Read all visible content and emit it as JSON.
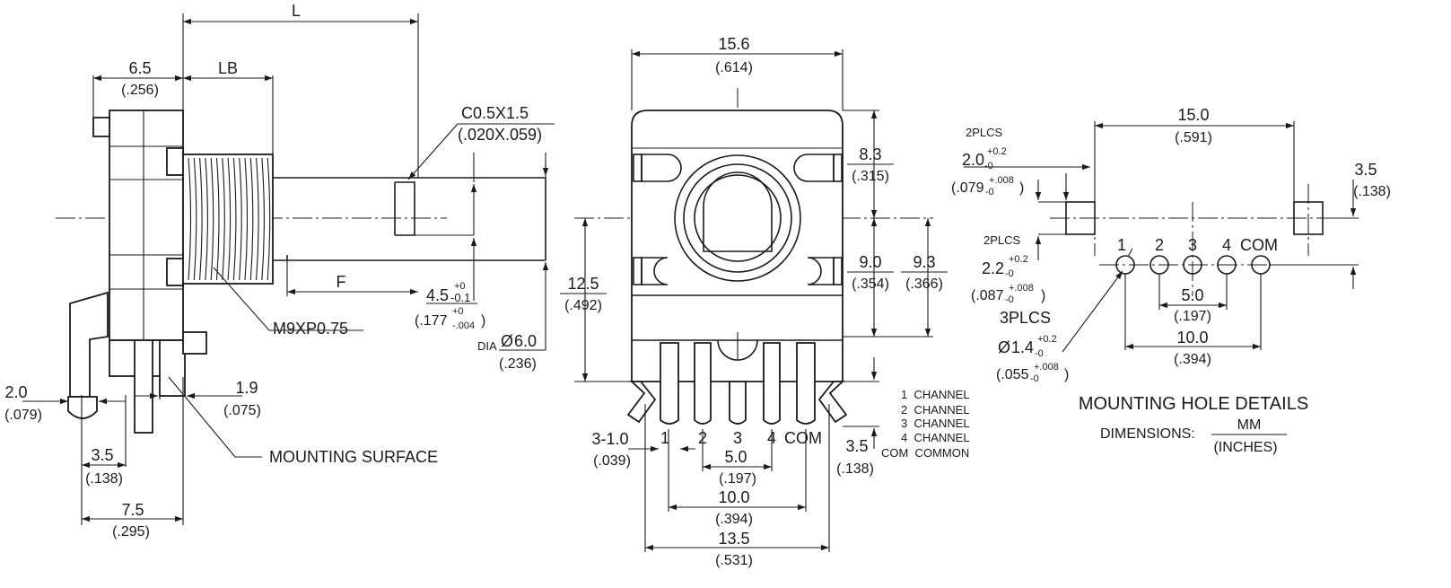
{
  "side": {
    "L": "L",
    "d65": "6.5",
    "d65i": "(.256)",
    "LB": "LB",
    "chamfer": "C0.5X1.5",
    "chamfer_i": "(.020X.059)",
    "F": "F",
    "d45": "4.5",
    "d45_tol_top": "+0",
    "d45_tol_bot": "-0.1",
    "d45i": "(.177",
    "d45i_tol_top": "+0",
    "d45i_tol_bot": "-.004",
    "d45i_close": ")",
    "dia_prefix": "DIA",
    "dia_sym": "Ø",
    "dia": "6.0",
    "diai": "(.236)",
    "thread": "M9XP0.75",
    "d20": "2.0",
    "d20i": "(.079)",
    "d19": "1.9",
    "d19i": "(.075)",
    "d35": "3.5",
    "d35i": "(.138)",
    "d75": "7.5",
    "d75i": "(.295)",
    "mount": "MOUNTING SURFACE"
  },
  "front": {
    "d156": "15.6",
    "d156i": "(.614)",
    "d83": "8.3",
    "d83i": "(.315)",
    "d125": "12.5",
    "d125i": "(.492)",
    "d90": "9.0",
    "d90i": "(.354)",
    "d93": "9.3",
    "d93i": "(.366)",
    "d310": "3-1.0",
    "d310i": "(.039)",
    "d35": "3.5",
    "d35i": "(.138)",
    "d50": "5.0",
    "d50i": "(.197)",
    "d100": "10.0",
    "d100i": "(.394)",
    "d135": "13.5",
    "d135i": "(.531)",
    "pin1": "1",
    "pin2": "2",
    "pin3": "3",
    "pin4": "4",
    "pincom": "COM",
    "legend": [
      "1  CHANNEL",
      "2  CHANNEL",
      "3  CHANNEL",
      "4  CHANNEL",
      "COM  COMMON"
    ]
  },
  "holes": {
    "d150": "15.0",
    "d150i": "(.591)",
    "twoplcs_a": "2PLCS",
    "h20": "2.0",
    "h20_tol_top": "+0.2",
    "h20_tol_bot": "-0",
    "h20i": "(.079",
    "h20i_tol_top": "+.008",
    "h20i_tol_bot": "-0",
    "h20i_close": ")",
    "twoplcs_b": "2PLCS",
    "h22": "2.2",
    "h22_tol_top": "+0.2",
    "h22_tol_bot": "-0",
    "h22i": "(.087",
    "h22i_tol_top": "+.008",
    "h22i_tol_bot": "-0",
    "h22i_close": ")",
    "threeplcs": "3PLCS",
    "h14_sym": "Ø",
    "h14": "1.4",
    "h14_tol_top": "+0.2",
    "h14_tol_bot": "-0",
    "h14i": "(.055",
    "h14i_tol_top": "+.008",
    "h14i_tol_bot": "-0",
    "h14i_close": ")",
    "d35": "3.5",
    "d35i": "(.138)",
    "d50": "5.0",
    "d50i": "(.197)",
    "d100": "10.0",
    "d100i": "(.394)",
    "pin1": "1",
    "pin2": "2",
    "pin3": "3",
    "pin4": "4",
    "pincom": "COM",
    "title": "MOUNTING HOLE DETAILS",
    "units_label": "DIMENSIONS:",
    "units_top": "MM",
    "units_bot": "(INCHES)"
  }
}
